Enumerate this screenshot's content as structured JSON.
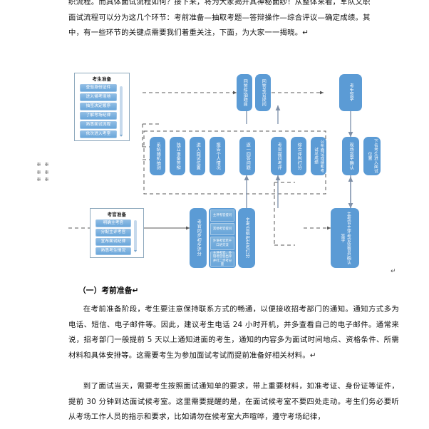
{
  "document": {
    "top_paragraph": [
      "织流程。而具体面试流程如何？接下来，将为大家揭开其神秘面纱！从整体来看，军队文职",
      "面试流程可以分为这几个环节：考前准备—抽取考题—答辩操作—综合评议—确定成绩。其",
      "中，有一些环节的关键点需要我们着重关注，下面，为大家一一揭晓。↵"
    ],
    "section_heading": "（一）考前准备↵",
    "body_paragraph_1": "在考前准备阶段，考生要注意保持联系方式的畅通，以便接收招考部门的通知。通知方式多为电话、短信、电子邮件等。因此，建议考生电话 24 小时开机，并多查看自己的电子邮件。通常来说，招考部门一般提前 5 天以上通知进面的考生，通知的内容多为面试时间地点、资格条件、所需材料和具体安排等。这需要考生为参加面试考试而提前准备好相关材料。↵",
    "body_paragraph_2": "到了面试当天，需要考生按照面试通知单的要求，带上重要材料，如准考证、身份证等证件，提前 30 分钟到达面试候考室。这里需要提醒的是，在面试候考室不要四处走动。考生们务必要听从考场工作人员的指示和要求，比如请勿在候考室大声喧哗，遵守考场纪律，",
    "pilcrow": "↵"
  },
  "flowchart": {
    "colors": {
      "node_fill": "#5b9bd5",
      "chip_fill": "#6aa6da",
      "panel_border": "#8ea9bd",
      "connector": "#8496b0",
      "dashed": "#595959"
    },
    "candidate_panel": {
      "title": "考生准备",
      "items": [
        "查验身份证件",
        "进入候考场地",
        "抽签决定顺序",
        "了解考场纪律",
        "熟悉面试流程",
        "依次进入考室"
      ]
    },
    "examiner_panel": {
      "title": "考官准备",
      "items": [
        "明确主考官",
        "分配主评考官",
        "宣布面试纪律",
        "熟悉考生情况"
      ]
    },
    "top_row": [
      "回答所抽题目",
      "回答考官提问",
      "考生签字"
    ],
    "middle_row": [
      "系统随机抽测",
      "独立准备答辩",
      "进入面试位置",
      "报告个人情况",
      "逐一回答问题",
      "考官提问考评",
      "综合评判打分",
      "公布面试成绩和考试总成绩"
    ],
    "right_row": [
      "现场签字确认",
      "下名考生进入面试位置"
    ],
    "bottom_row": [
      "考官同步初步评分",
      "主考官组织实名打分",
      "主考官主评考官监督员确认签字"
    ],
    "bottom_subnodes": [
      "主评考官提问",
      "其他考官提问",
      "外语考官若干口语交流",
      "主评考官、外语考官皆出评并打二步考分量"
    ]
  }
}
